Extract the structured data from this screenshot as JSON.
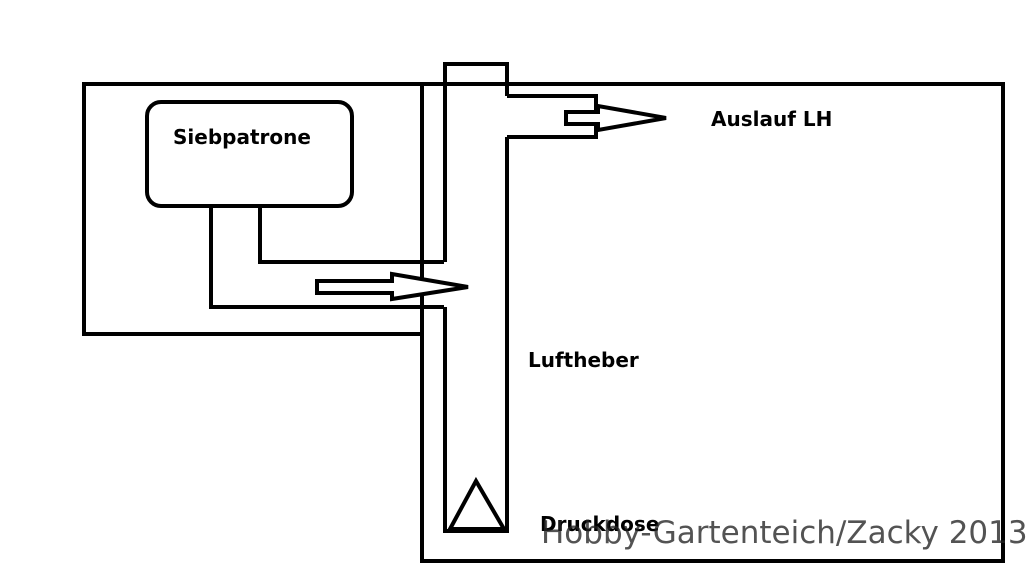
{
  "labels": {
    "siebpatrone": "Siebpatrone",
    "auslauf": "Auslauf LH",
    "luftheber": "Luftheber",
    "druckdose": "Druckdose"
  },
  "watermark": "Hobby-Gartenteich/Zacky 2013",
  "colors": {
    "line": "#000000",
    "background": "#ffffff"
  }
}
